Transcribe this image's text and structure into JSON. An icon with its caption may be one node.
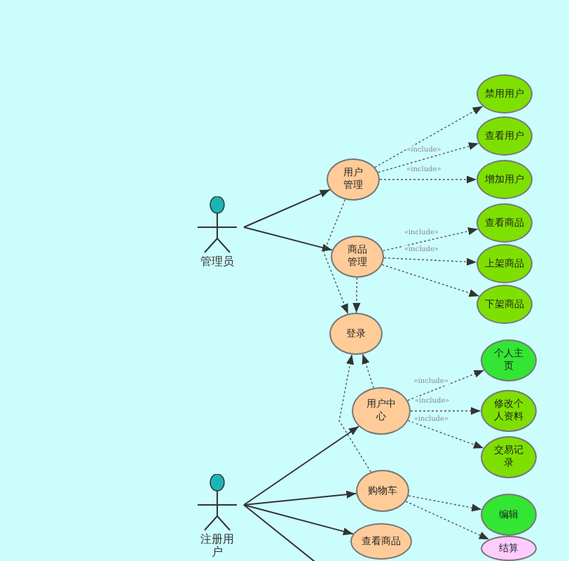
{
  "diagram": {
    "nodes": [
      {
        "text": [
          "管理员"
        ]
      },
      {
        "text": [
          "用户管理"
        ]
      },
      {
        "text": [
          "商品管理"
        ]
      },
      {
        "text": [
          "登录"
        ]
      },
      {
        "text": [
          "禁用用户"
        ]
      },
      {
        "text": [
          "查看用户"
        ]
      },
      {
        "text": [
          "增加用户"
        ]
      },
      {
        "text": [
          "查看商品"
        ]
      },
      {
        "text": [
          "上架商品"
        ]
      },
      {
        "text": [
          "下架商品"
        ]
      },
      {
        "text": [
          "注册用户"
        ]
      },
      {
        "text": [
          "用户中心"
        ]
      },
      {
        "text": [
          "个人主页"
        ]
      },
      {
        "text": [
          "修改个人资料"
        ]
      },
      {
        "text": [
          "交易记录"
        ]
      },
      {
        "text": [
          "购物车"
        ]
      },
      {
        "text": [
          "查看商品"
        ]
      },
      {
        "text": [
          "编辑"
        ]
      },
      {
        "text": [
          "结算"
        ]
      }
    ],
    "edges": [
      {
        "from": 0,
        "to": 1,
        "arrow": "to"
      },
      {
        "from": 0,
        "to": 2,
        "arrow": "to"
      },
      {
        "from": 1,
        "to": 4,
        "arrow": "to",
        "style": "dashed"
      },
      {
        "from": 1,
        "to": 5,
        "arrow": "to",
        "style": "dashed",
        "label": "«include»"
      },
      {
        "from": 1,
        "to": 6,
        "arrow": "to",
        "style": "dashed",
        "label": "«include»"
      },
      {
        "from": 2,
        "to": 7,
        "arrow": "to",
        "style": "dashed",
        "label": "«include»"
      },
      {
        "from": 2,
        "to": 8,
        "arrow": "to",
        "style": "dashed",
        "label": "«include»"
      },
      {
        "from": 2,
        "to": 9,
        "arrow": "to",
        "style": "dashed"
      },
      {
        "from": 1,
        "to": 3,
        "arrow": "to",
        "style": "dashed"
      },
      {
        "from": 2,
        "to": 3,
        "arrow": "to",
        "style": "dashed"
      },
      {
        "from": 11,
        "to": 3,
        "arrow": "to",
        "style": "dashed"
      },
      {
        "from": 15,
        "to": 3,
        "arrow": "to",
        "style": "dashed"
      },
      {
        "from": 10,
        "to": 11,
        "arrow": "to"
      },
      {
        "from": 10,
        "to": 15,
        "arrow": "to"
      },
      {
        "from": 10,
        "to": 16,
        "arrow": "to"
      },
      {
        "from": 10,
        "to": null,
        "arrow": "none"
      },
      {
        "from": 11,
        "to": 12,
        "arrow": "to",
        "style": "dashed",
        "label": "«include»"
      },
      {
        "from": 11,
        "to": 13,
        "arrow": "to",
        "style": "dashed",
        "label": "«include»"
      },
      {
        "from": 11,
        "to": 14,
        "arrow": "to",
        "style": "dashed",
        "label": "«include»"
      },
      {
        "from": 15,
        "to": 17,
        "arrow": "to",
        "style": "dashed"
      },
      {
        "from": 15,
        "to": 18,
        "arrow": "to",
        "style": "dashed"
      }
    ]
  }
}
